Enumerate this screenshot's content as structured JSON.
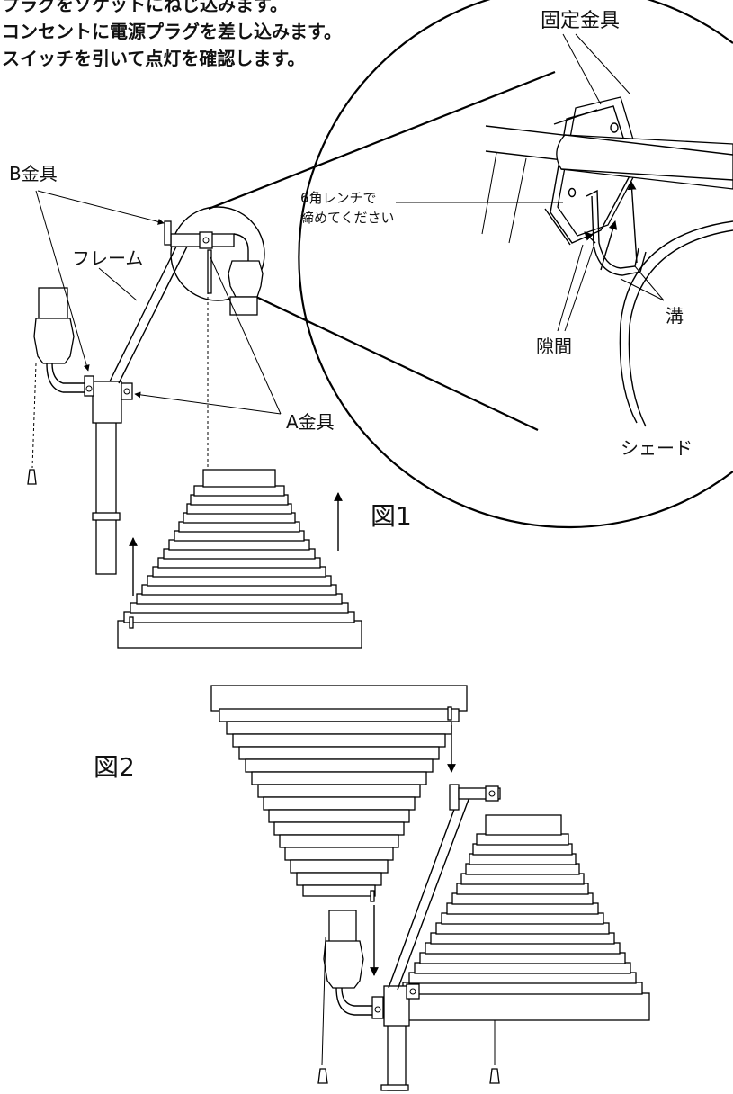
{
  "instructions": [
    "プラグをソケットにねじ込みます。",
    "コンセントに電源プラグを差し込みます。",
    "スイッチを引いて点灯を確認します。"
  ],
  "labels": {
    "fixing_bracket": "固定金具",
    "b_bracket": "B金具",
    "frame": "フレーム",
    "a_bracket": "A金具",
    "wrench_line1": "6角レンチで",
    "wrench_line2": "締めてください",
    "groove": "溝",
    "gap": "隙間",
    "shade": "シェード"
  },
  "figures": {
    "fig1": "図1",
    "fig2": "図2"
  },
  "icons": [
    "arrow-up-icon",
    "arrow-down-icon",
    "pull-switch-icon",
    "hex-screw-icon"
  ]
}
